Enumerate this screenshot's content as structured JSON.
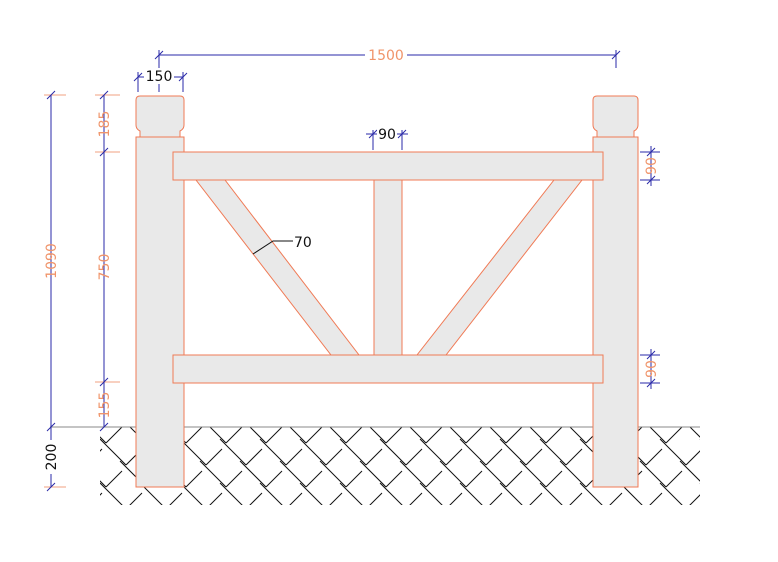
{
  "dimensions": {
    "overall_width": "1500",
    "post_width": "150",
    "post_cap": "185",
    "rail_span": "750",
    "overall_height": "1090",
    "bottom_gap": "155",
    "embed_depth": "200",
    "center_post": "90",
    "top_rail": "90",
    "bottom_rail": "90",
    "brace": "70"
  },
  "colors": {
    "dimension": "#2a2aa8",
    "outline": "#f07a55",
    "label_orange": "#f0946a",
    "fill": "#e9e9e9"
  }
}
